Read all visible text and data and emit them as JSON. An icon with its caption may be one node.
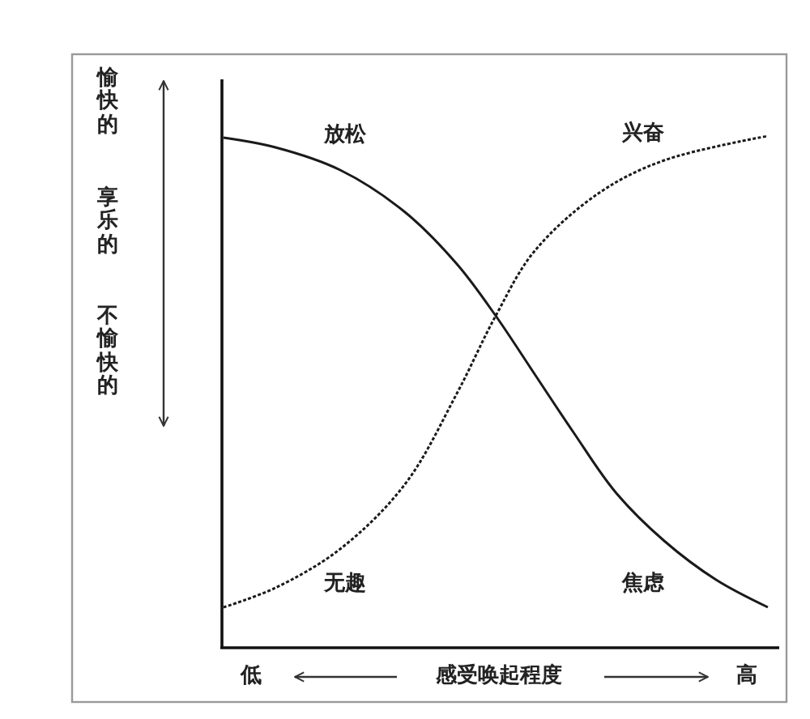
{
  "diagram": {
    "labels": [
      "愉快的",
      "享乐的",
      "不愉快的",
      "放松",
      "兴奋",
      "无趣",
      "焦虑",
      "低",
      "感受唤起程度",
      "高"
    ]
  }
}
